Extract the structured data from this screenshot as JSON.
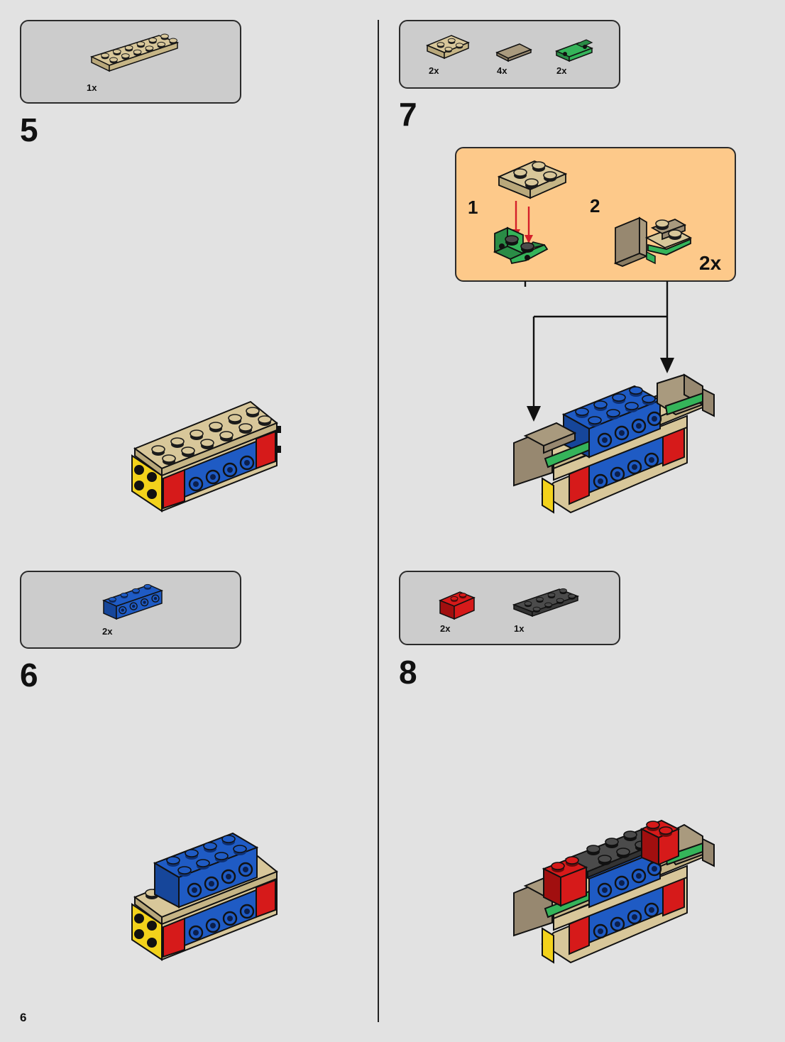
{
  "page_number": "6",
  "steps": [
    {
      "number": "5",
      "parts": [
        {
          "qty": "1x",
          "icon": "tan-plate-2x6-icon"
        }
      ]
    },
    {
      "number": "6",
      "parts": [
        {
          "qty": "2x",
          "icon": "blue-technic-brick-1x4-icon"
        }
      ]
    },
    {
      "number": "7",
      "parts": [
        {
          "qty": "2x",
          "icon": "tan-plate-2x2-icon"
        },
        {
          "qty": "4x",
          "icon": "dark-tan-tile-1x2-icon"
        },
        {
          "qty": "2x",
          "icon": "green-bracket-icon"
        }
      ],
      "sub_assembly": {
        "step1": "1",
        "step2": "2",
        "multiplier": "2x"
      }
    },
    {
      "number": "8",
      "parts": [
        {
          "qty": "2x",
          "icon": "red-brick-1x2-icon"
        },
        {
          "qty": "1x",
          "icon": "dark-gray-plate-2x4-icon"
        }
      ]
    }
  ],
  "colors": {
    "background": "#e2e2e2",
    "callout": "#cccccc",
    "sub_assembly_bg": "#fdc98a",
    "tan": "#d8c79a",
    "blue": "#1f5bc4",
    "yellow": "#f3d21b",
    "red": "#d61a1a",
    "green": "#35b45a",
    "dark_tan": "#a99a7e",
    "dark_gray": "#4b4b4b"
  }
}
